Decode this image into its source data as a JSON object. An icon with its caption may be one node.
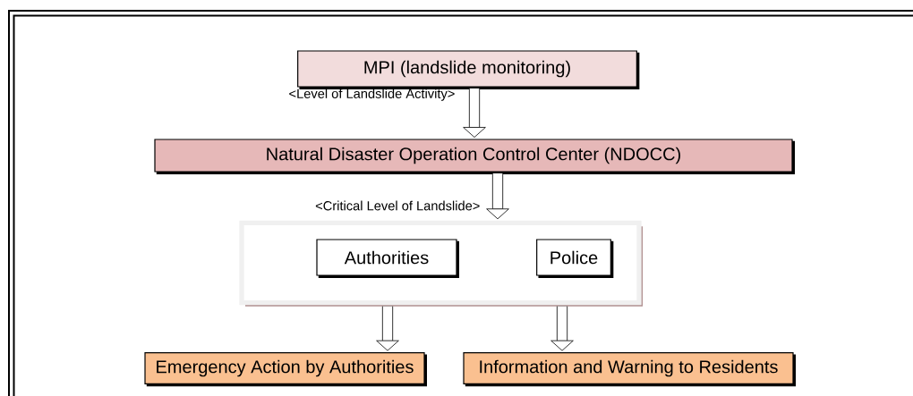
{
  "diagram": {
    "nodes": [
      {
        "text": [
          "MPI (landslide monitoring)"
        ]
      },
      {
        "text": [
          "Natural Disaster Operation Control Center (NDOCC)"
        ]
      },
      {
        "text": [],
        "shape": "box"
      },
      {
        "text": [
          "Authorities"
        ],
        "in": 2
      },
      {
        "text": [
          "Police"
        ],
        "in": 2
      },
      {
        "text": [
          "Emergency Action by Authorities"
        ]
      },
      {
        "text": [
          "Information and Warning to Residents"
        ]
      }
    ],
    "edges": [
      {
        "from": 0,
        "to": 1,
        "arrow": "to",
        "label": "<Level of Landslide Activity>"
      },
      {
        "from": 1,
        "to": 2,
        "arrow": "to",
        "label": "<Critical Level of Landslide>"
      },
      {
        "from": 2,
        "to": 5,
        "arrow": "to"
      },
      {
        "from": 2,
        "to": 6,
        "arrow": "to"
      }
    ]
  }
}
